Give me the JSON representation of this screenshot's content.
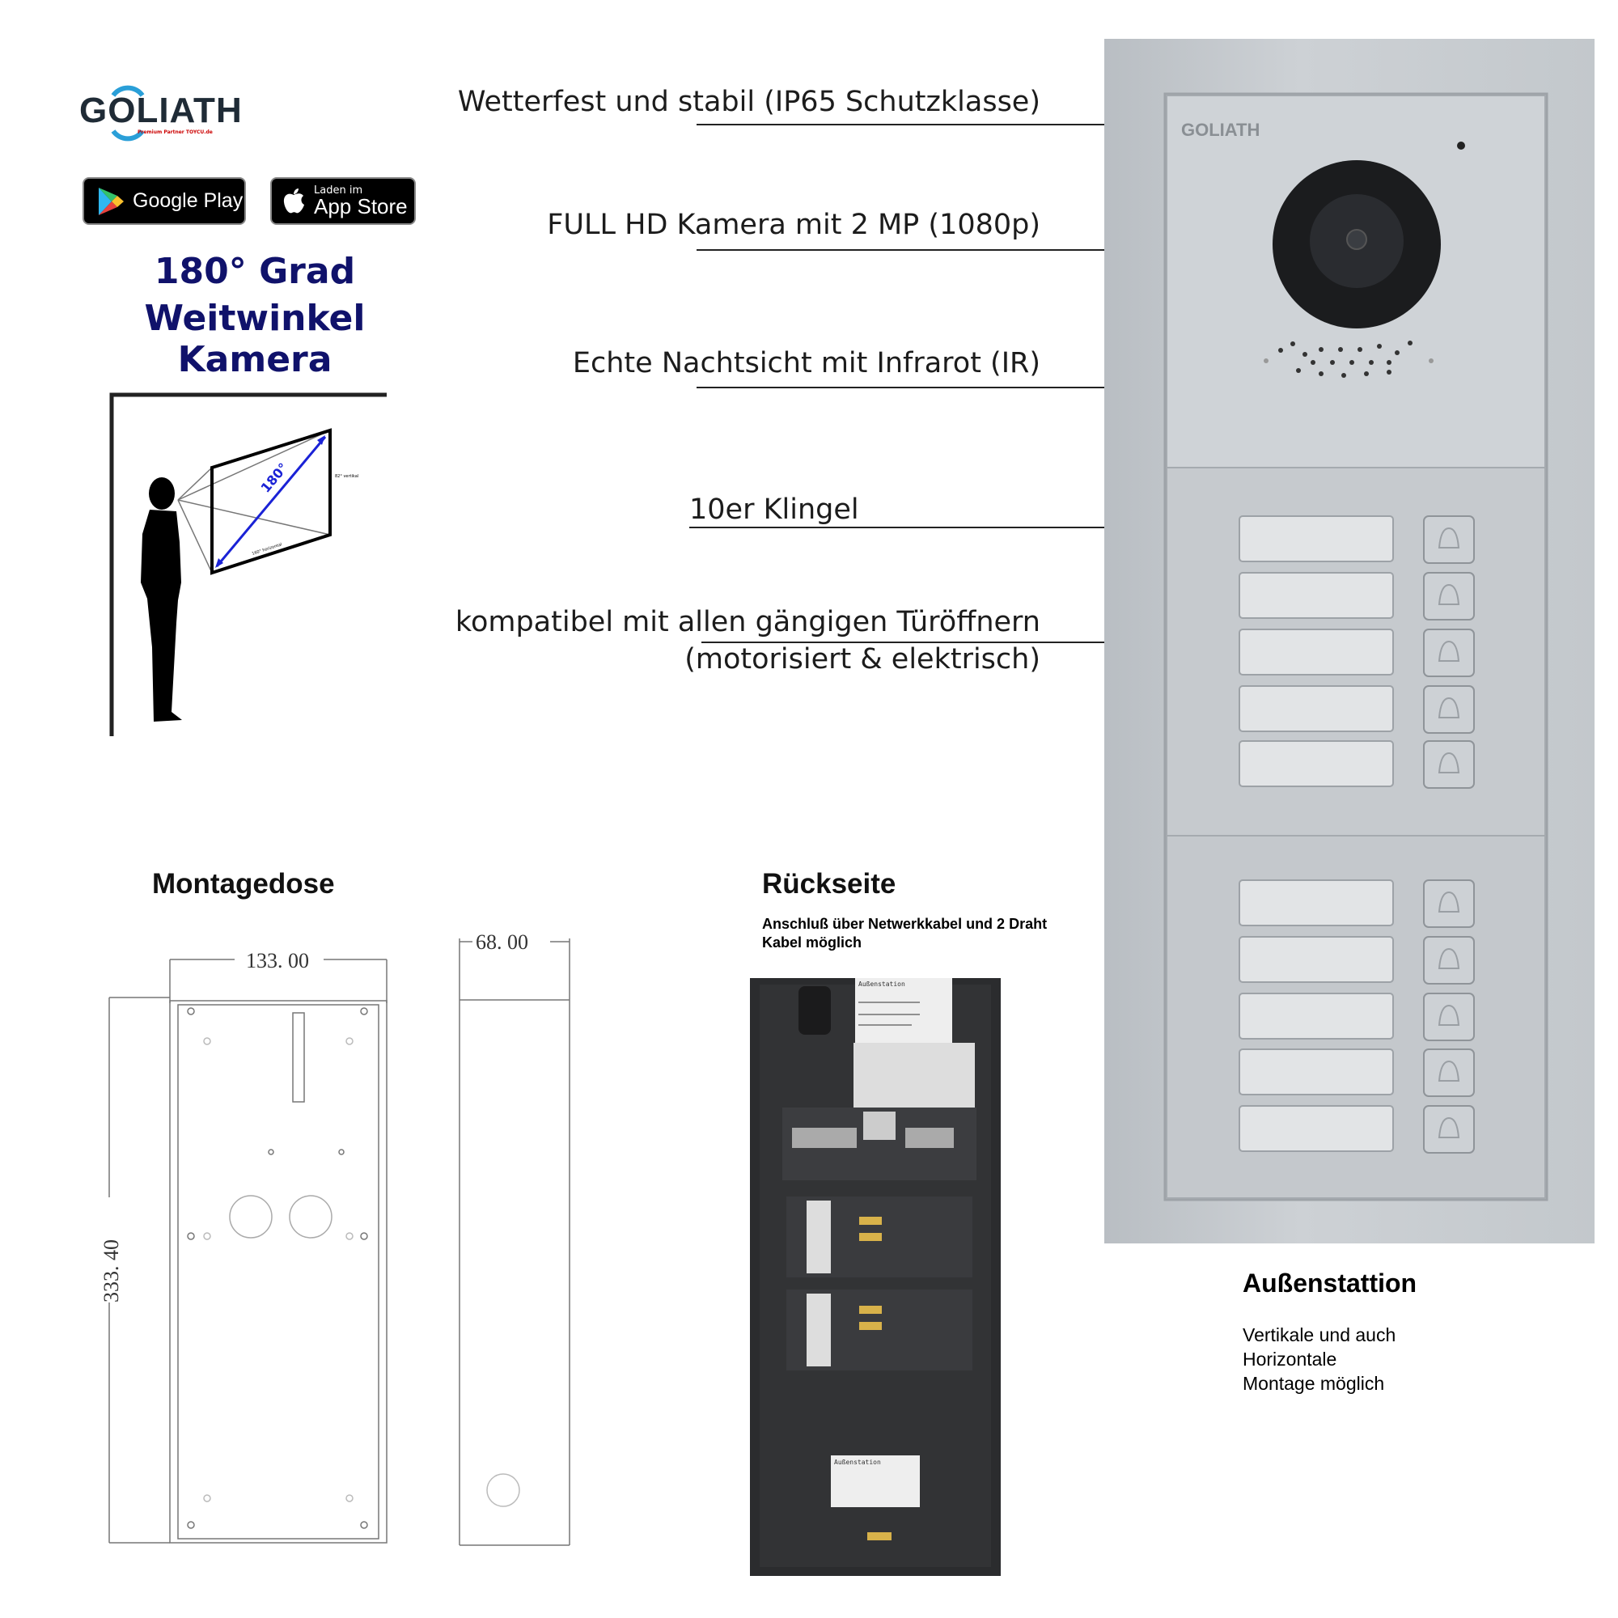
{
  "brand": {
    "logo": "GOLIATH",
    "partner": "Premium Partner TOYCU.de",
    "accent": "#2a9fd8",
    "dark": "#1f2b36"
  },
  "stores": {
    "google": {
      "label": "Google Play"
    },
    "apple": {
      "small": "Laden im",
      "label": "App Store"
    }
  },
  "headline": {
    "line1": "180° Grad",
    "line2": "Weitwinkel Kamera",
    "color": "#10126b"
  },
  "diagram": {
    "angle": "180°",
    "vertical": "82° vertikal",
    "horizontal": "160° horizontal"
  },
  "features": [
    {
      "text": "Wetterfest und stabil (IP65 Schutzklasse)"
    },
    {
      "text": "FULL HD Kamera mit 2 MP (1080p)"
    },
    {
      "text": "Echte Nachtsicht mit Infrarot (IR)"
    },
    {
      "text": "10er Klingel"
    },
    {
      "text": "kompatibel mit allen gängigen Türöffnern",
      "text2": "(motorisiert & elektrisch)"
    }
  ],
  "device": {
    "logo": "GOLIATH",
    "bell_buttons": 10
  },
  "montagedose": {
    "title": "Montagedose",
    "width": "133. 00",
    "height": "333. 40",
    "depth": "68. 00"
  },
  "rueckseite": {
    "title": "Rückseite",
    "subtitle_line1": "Anschluß über Netwerkkabel und 2 Draht",
    "subtitle_line2": "Kabel möglich",
    "label": "Außenstation"
  },
  "aussenstation": {
    "title": "Außenstattion",
    "line1": "Vertikale und auch",
    "line2": "Horizontale",
    "line3": "Montage möglich"
  }
}
